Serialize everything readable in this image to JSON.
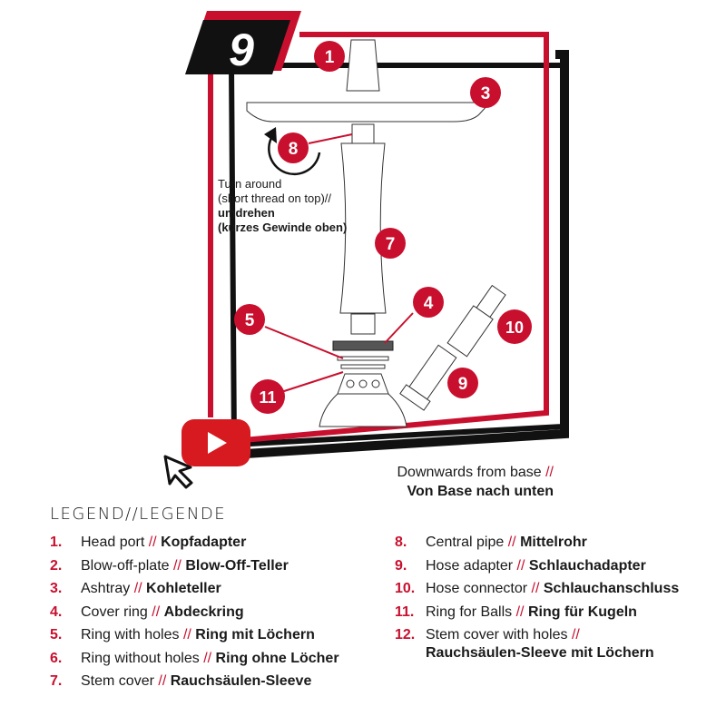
{
  "step_number": "9",
  "colors": {
    "accent": "#c8102e",
    "dark": "#111111",
    "youtube": "#d71920"
  },
  "annotation": {
    "line1": "Turn around",
    "line2": "(short thread on top)//",
    "line3": "umdrehen",
    "line4": "(kurzes Gewinde oben)"
  },
  "caption": {
    "en": "Downwards from base",
    "sep": "//",
    "de": "Von Base nach unten"
  },
  "part_badges": [
    "1",
    "3",
    "8",
    "7",
    "4",
    "5",
    "10",
    "11",
    "9"
  ],
  "legend": {
    "title": "LEGEND//LEGENDE",
    "items": [
      {
        "num": "1.",
        "en": "Head port",
        "sep": "//",
        "de": "Kopfadapter"
      },
      {
        "num": "2.",
        "en": "Blow-off-plate",
        "sep": "//",
        "de": "Blow-Off-Teller"
      },
      {
        "num": "3.",
        "en": "Ashtray",
        "sep": "//",
        "de": "Kohleteller"
      },
      {
        "num": "4.",
        "en": "Cover ring",
        "sep": "//",
        "de": "Abdeckring"
      },
      {
        "num": "5.",
        "en": "Ring with holes",
        "sep": "//",
        "de": "Ring mit Löchern"
      },
      {
        "num": "6.",
        "en": "Ring without holes",
        "sep": "//",
        "de": "Ring ohne Löcher"
      },
      {
        "num": "7.",
        "en": "Stem cover",
        "sep": "//",
        "de": "Rauchsäulen-Sleeve"
      },
      {
        "num": "8.",
        "en": "Central pipe",
        "sep": "//",
        "de": "Mittelrohr"
      },
      {
        "num": "9.",
        "en": "Hose adapter",
        "sep": "//",
        "de": "Schlauchadapter"
      },
      {
        "num": "10.",
        "en": "Hose connector",
        "sep": "//",
        "de": "Schlauchanschluss"
      },
      {
        "num": "11.",
        "en": "Ring for Balls",
        "sep": "//",
        "de": "Ring für Kugeln"
      },
      {
        "num": "12.",
        "en": "Stem cover with holes",
        "sep": "//",
        "de": "Rauchsäulen-Sleeve mit Löchern"
      }
    ]
  }
}
